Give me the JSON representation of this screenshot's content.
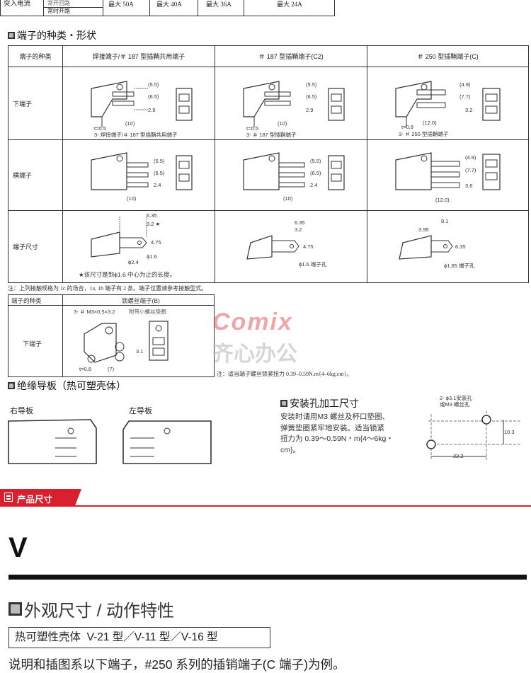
{
  "top_table": {
    "row_label": "突入电流",
    "sub_labels": [
      "常开回路",
      "常时开路"
    ],
    "values": [
      "最大 50A",
      "最大 40A",
      "最大 36A",
      "最大 24A"
    ]
  },
  "sec_terminals": {
    "title": "端子的种类・形状",
    "header": [
      "端子的种类",
      "焊接端子/＃ 187 型插鞘共用端子",
      "＃ 187 型插鞘端子(C2)",
      "＃ 250 型插鞘端子(C)"
    ],
    "rows": [
      "下端子",
      "横端子",
      "端子尺寸"
    ],
    "dims": {
      "d55": "(5.5)",
      "d65": "(6.5)",
      "d29": "2.9",
      "d10": "(10)",
      "t05": "t=0.5",
      "d49": "(4.9)",
      "d77": "(7.7)",
      "d32": "3.2",
      "d12": "(12.0)",
      "t08": "t=0.8",
      "d24": "2.4",
      "d36": "3.6",
      "d635": "6.35",
      "d32s": "3.2 ★",
      "d475": "4.75",
      "d16": "ϕ1.6",
      "d24p": "ϕ2.4",
      "d32b": "3.2",
      "d395": "3.95",
      "d81": "8.1",
      "d635b": "6.35"
    },
    "captions": [
      "3- 焊接端子/＃ 187 型插鞘共用端子",
      "3- ＃ 187 型插鞘端子",
      "3- ＃ 250 型插鞘端子"
    ],
    "hole_a": "ϕ1.6 端子孔",
    "hole_b": "ϕ1.65 端子孔",
    "star_note": "★该尺寸是到ϕ1.6 中心为止的长度。"
  },
  "note1": "注：上列接触规格为 1c 的场合，1a, 1b 端子有 2 条。端子位置请参考接触型式。",
  "screw": {
    "header": [
      "端子的种类",
      "锁螺丝端子(B)"
    ],
    "row": "下端子",
    "callout": "3- ＃ M3×0.5×3.2",
    "callout2": "附带小螺丝垫圈",
    "dims": {
      "d31": "3.1",
      "d7": "(7)",
      "t08": "t=0.8"
    }
  },
  "watermark": {
    "brand": "Comix",
    "brand_cn": "齐心办公"
  },
  "note2": "注：适当端子螺丝锁紧扭力 0.39–0.59N.m{4–6kg.cm}。",
  "insulation": {
    "title": "绝缘导板（热可塑壳体）",
    "right": "右导板",
    "left": "左导板"
  },
  "mount": {
    "title": "安装孔加工尺寸",
    "text": [
      "安装时请用M3 螺丝及杯口垫圈、",
      "弹簧垫圈紧牢地安装。适当锁紧",
      "扭力为 0.39～0.59N・m{4～6kg・",
      "cm}。"
    ],
    "label1": "2- ϕ3.1安装孔",
    "label2": "或M3 螺丝孔",
    "dim_v": "10.3",
    "dim_h": "22.2"
  },
  "banner": {
    "label": "产品尺寸"
  },
  "big_letter": "V",
  "appearance": {
    "title": "外观尺寸 / 动作特性",
    "box": "热可塑性壳体  V-21 型／V-11 型／V-16 型",
    "desc": "说明和插图系以下端子，#250 系列的插销端子(C 端子)为例。"
  },
  "colors": {
    "banner_red": "#d9202f",
    "accent": "#e3343f"
  }
}
